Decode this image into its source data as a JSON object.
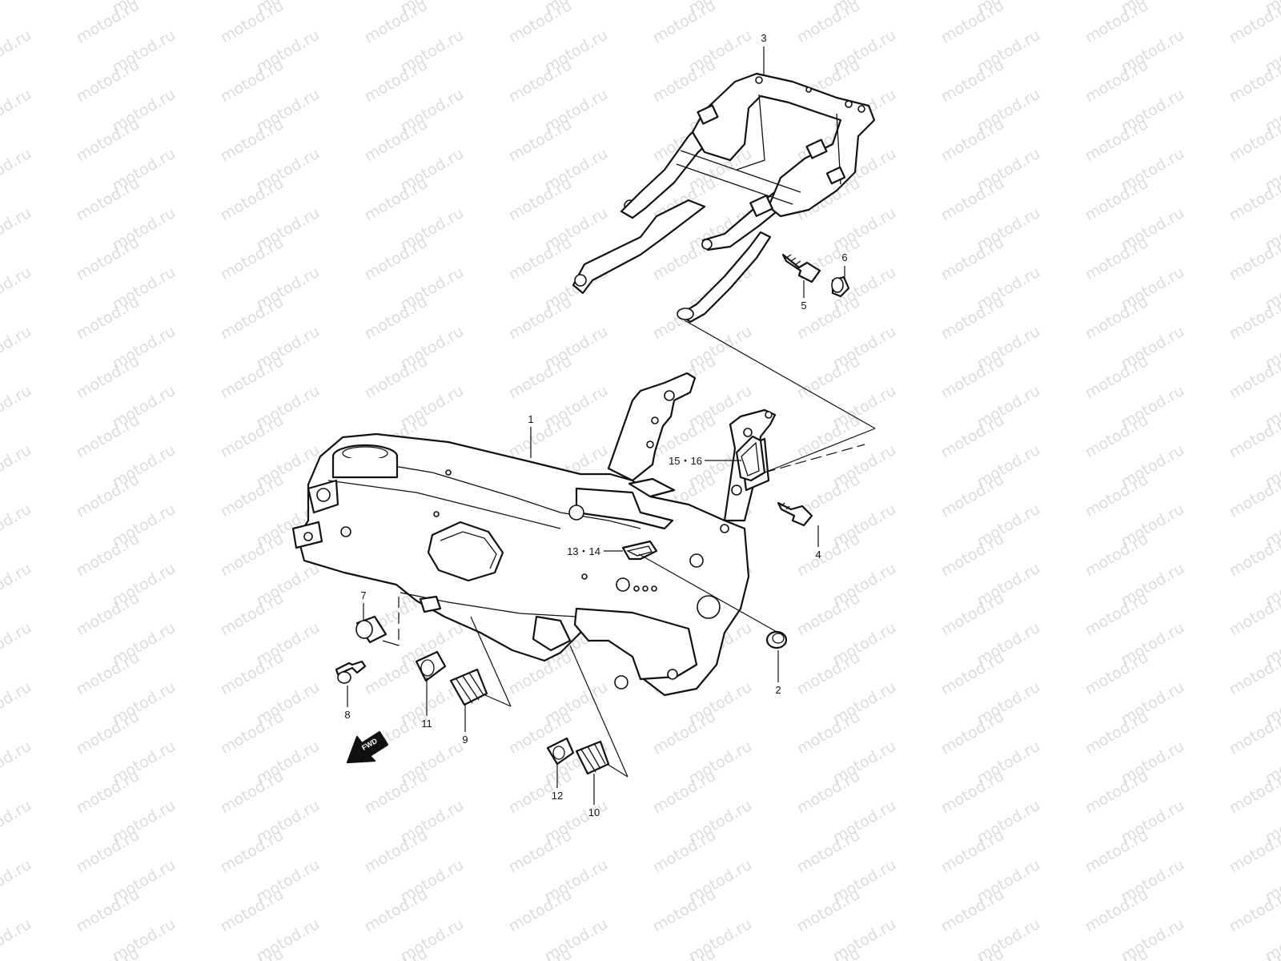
{
  "watermark": {
    "text": "motod.ru",
    "color": "#dcdcdc"
  },
  "fwd_arrow": {
    "label": "FWD"
  },
  "callouts": {
    "c1": "1",
    "c2": "2",
    "c3": "3",
    "c4": "4",
    "c5": "5",
    "c6": "6",
    "c7": "7",
    "c8": "8",
    "c9": "9",
    "c10": "10",
    "c11": "11",
    "c12": "12",
    "c13_14": "13・14",
    "c15_16": "15・16"
  }
}
